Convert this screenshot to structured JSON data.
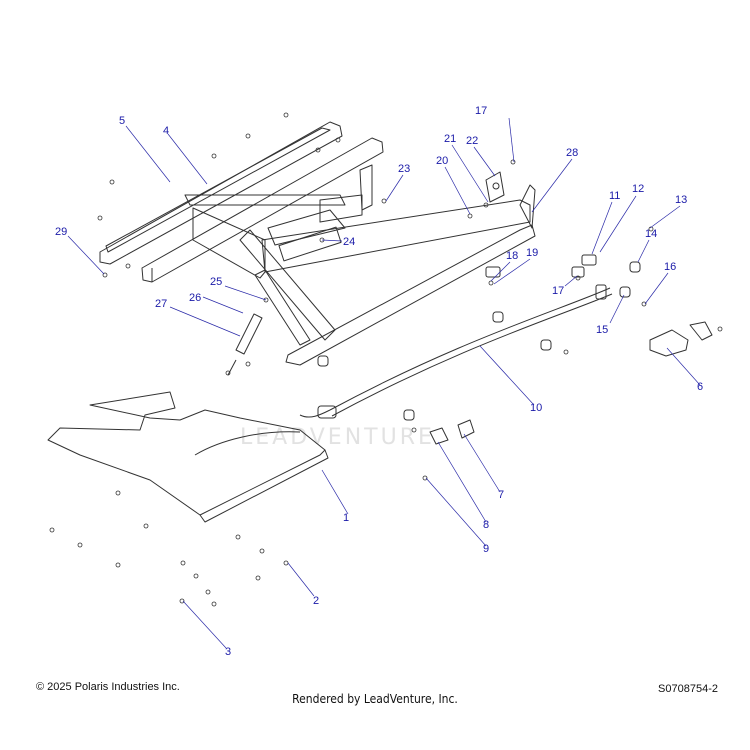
{
  "callouts": [
    {
      "label": "1"
    },
    {
      "label": "2"
    },
    {
      "label": "3"
    },
    {
      "label": "4"
    },
    {
      "label": "5"
    },
    {
      "label": "6"
    },
    {
      "label": "7"
    },
    {
      "label": "8"
    },
    {
      "label": "9"
    },
    {
      "label": "10"
    },
    {
      "label": "11"
    },
    {
      "label": "12"
    },
    {
      "label": "13"
    },
    {
      "label": "14"
    },
    {
      "label": "15"
    },
    {
      "label": "16"
    },
    {
      "label": "17"
    },
    {
      "label": "17"
    },
    {
      "label": "18"
    },
    {
      "label": "19"
    },
    {
      "label": "20"
    },
    {
      "label": "21"
    },
    {
      "label": "22"
    },
    {
      "label": "23"
    },
    {
      "label": "24"
    },
    {
      "label": "25"
    },
    {
      "label": "26"
    },
    {
      "label": "27"
    },
    {
      "label": "28"
    },
    {
      "label": "29"
    }
  ],
  "footer": {
    "copyright": "© 2025 Polaris Industries Inc.",
    "rendered_by": "Rendered by LeadVenture, Inc.",
    "diagram_id": "S0708754-2"
  },
  "watermark": {
    "text": "LEADVENTURE"
  },
  "colors": {
    "line": "#333333",
    "callout": "#1a1aa8",
    "leader": "#2a2aa8",
    "watermark": "#e2e2e2"
  }
}
